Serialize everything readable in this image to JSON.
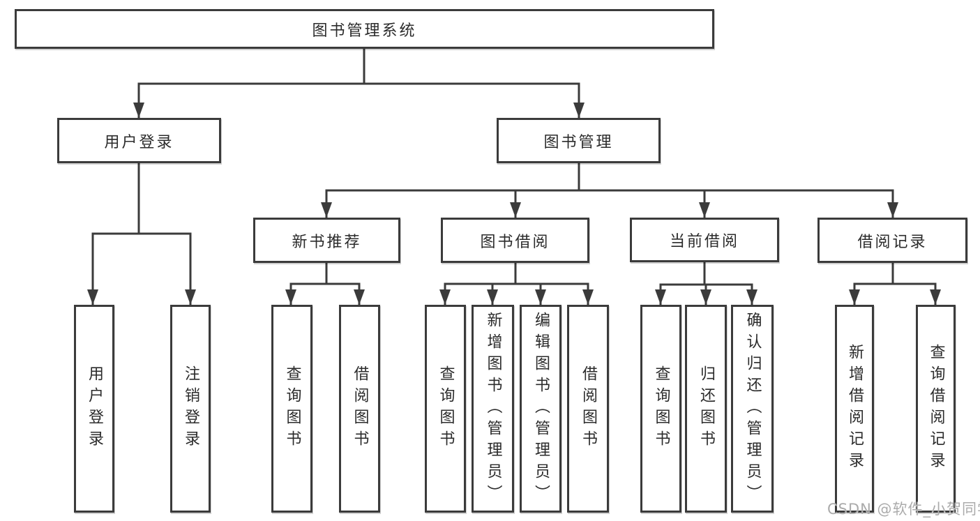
{
  "diagram": {
    "title": "图书管理系统",
    "colors": {
      "line": "#3b3b3b",
      "text": "#2b2b2b",
      "background": "#ffffff",
      "watermark": "#ababab"
    },
    "nodes": {
      "root": "图书管理系统",
      "user_login": "用户登录",
      "book_management": "图书管理",
      "new_book_recommend": "新书推荐",
      "book_borrow": "图书借阅",
      "current_borrow": "当前借阅",
      "borrow_records": "借阅记录",
      "ul_login": "用户登录",
      "ul_logout": "注销登录",
      "nb_query": "查询图书",
      "nb_borrow": "借阅图书",
      "bb_query": "查询图书",
      "bb_add": "新增图书（管理员）",
      "bb_edit": "编辑图书（管理员）",
      "bb_borrow": "借阅图书",
      "cb_query": "查询图书",
      "cb_return": "归还图书",
      "cb_confirm": "确认归还（管理员）",
      "br_add": "新增借阅记录",
      "br_query": "查询借阅记录"
    },
    "hierarchy": {
      "图书管理系统": {
        "用户登录": [
          "用户登录",
          "注销登录"
        ],
        "图书管理": {
          "新书推荐": [
            "查询图书",
            "借阅图书"
          ],
          "图书借阅": [
            "查询图书",
            "新增图书（管理员）",
            "编辑图书（管理员）",
            "借阅图书"
          ],
          "当前借阅": [
            "查询图书",
            "归还图书",
            "确认归还（管理员）"
          ],
          "借阅记录": [
            "新增借阅记录",
            "查询借阅记录"
          ]
        }
      }
    },
    "watermark": "CSDN @软件_小贺同学"
  }
}
